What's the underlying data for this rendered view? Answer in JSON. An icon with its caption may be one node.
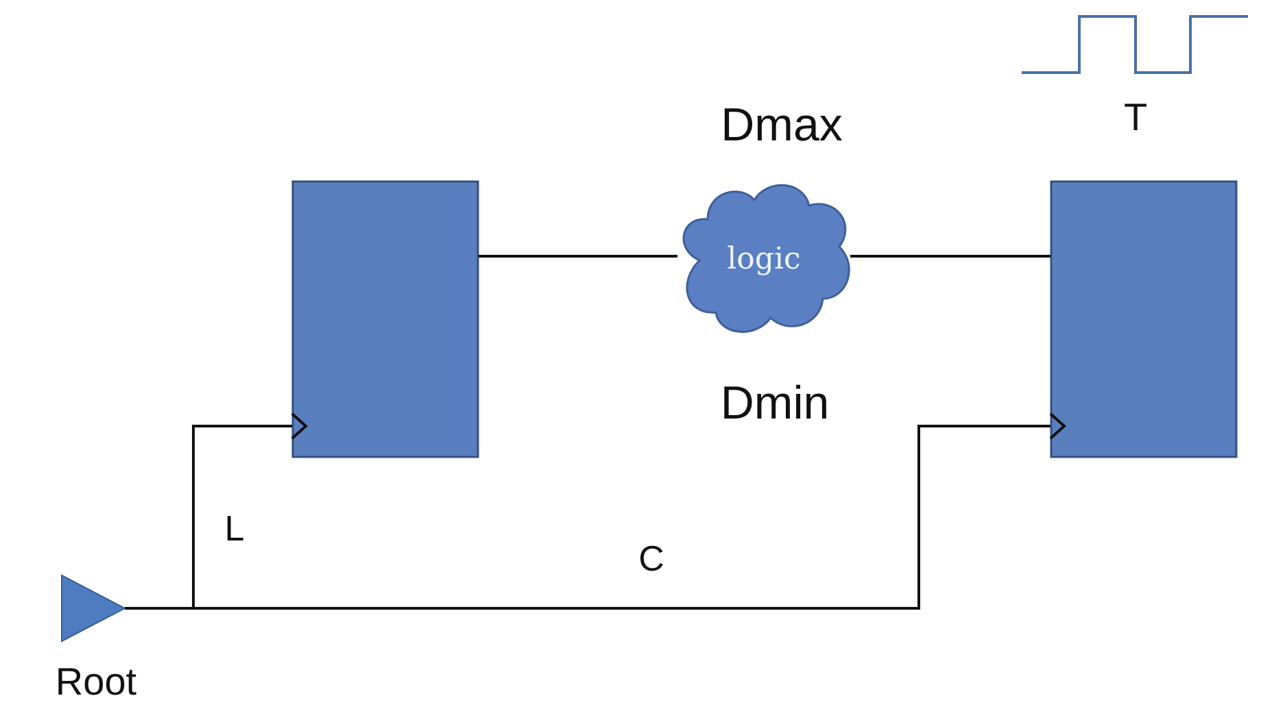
{
  "diagram": {
    "nodes": [
      {
        "text": [],
        "shape": "box"
      },
      {
        "text": [
          "logic"
        ]
      },
      {
        "text": [],
        "shape": "box"
      },
      {
        "text": [],
        "shape": "triangle",
        "beside": [
          "Root"
        ]
      }
    ],
    "edges": [
      {
        "from": 0,
        "to": 1,
        "arrow": "none"
      },
      {
        "from": 1,
        "to": 2,
        "arrow": "none"
      },
      {
        "from": 3,
        "to": 0,
        "arrow": "to",
        "label": "L"
      },
      {
        "from": 3,
        "to": 2,
        "arrow": "to",
        "label": "C"
      }
    ],
    "labels": [
      "T",
      "Dmax",
      "Dmin"
    ]
  }
}
